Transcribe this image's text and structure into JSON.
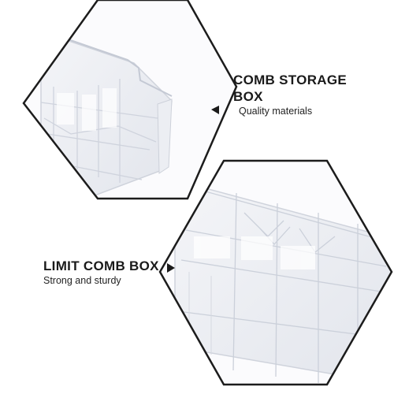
{
  "callouts": [
    {
      "title_line1": "COMB STORAGE",
      "title_line2": "BOX",
      "subtitle": "Quality materials"
    },
    {
      "title_line1": "LIMIT COMB BOX",
      "subtitle": "Strong and sturdy"
    }
  ],
  "colors": {
    "frame": "#1c1c1c",
    "plastic": "#e4e7ee",
    "plastic_edge": "#c9cdd8",
    "background": "#ffffff"
  }
}
